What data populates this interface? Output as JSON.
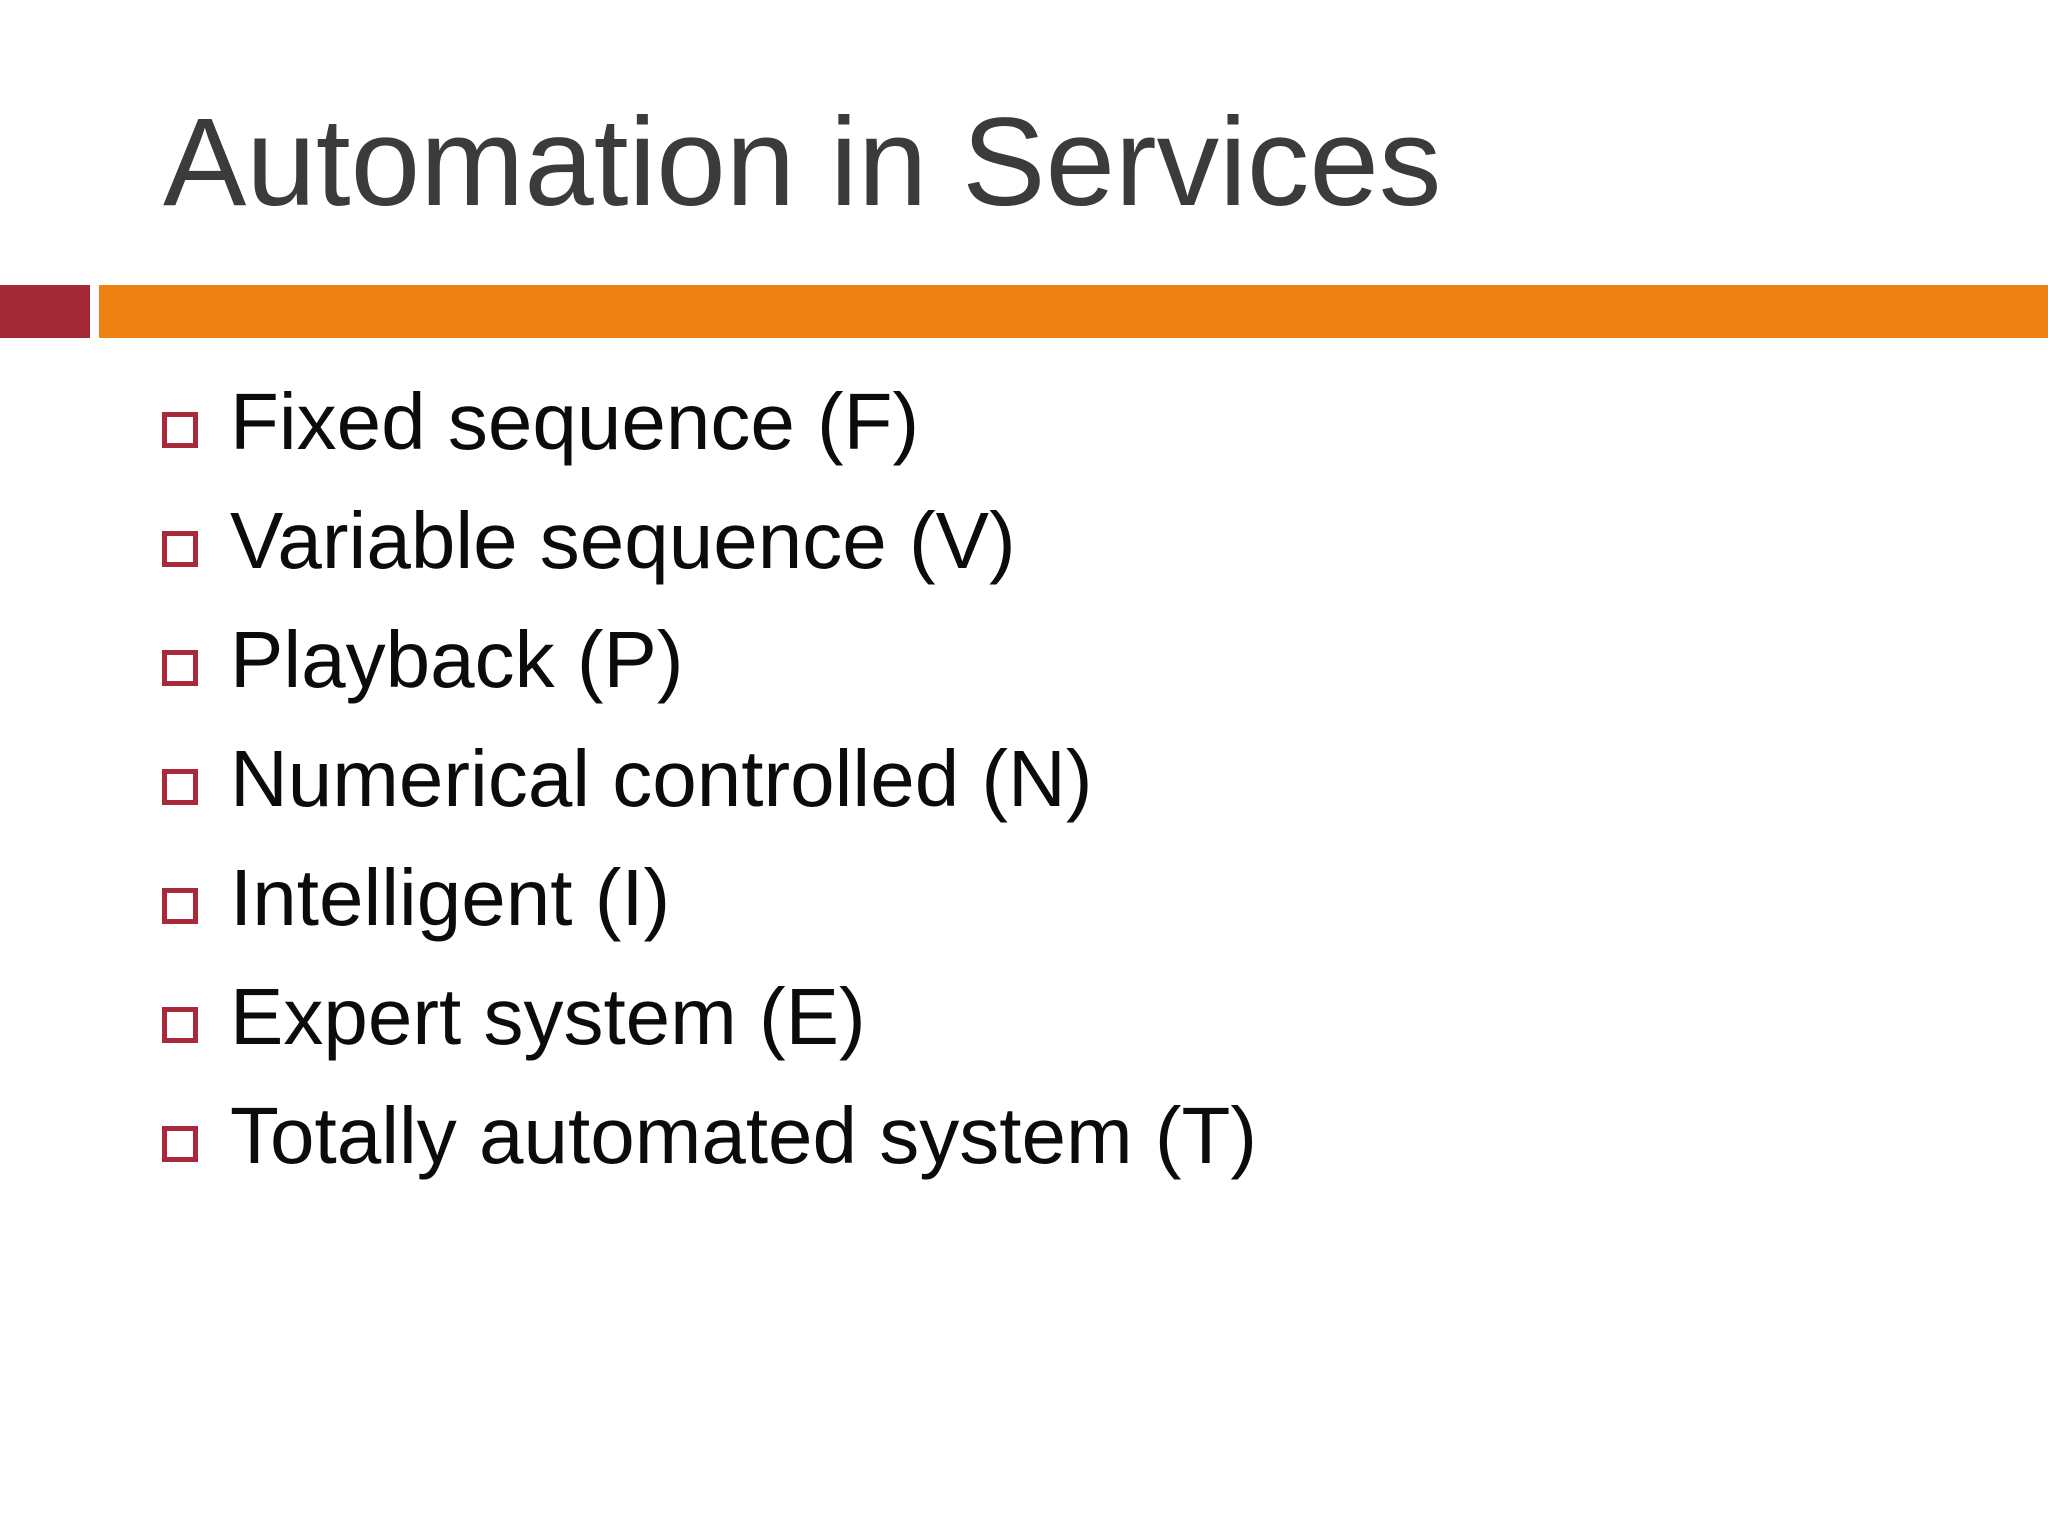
{
  "slide": {
    "title": "Automation in Services",
    "list": {
      "items": [
        {
          "label": "Fixed sequence (F)"
        },
        {
          "label": "Variable sequence (V)"
        },
        {
          "label": "Playback (P)"
        },
        {
          "label": "Numerical controlled (N)"
        },
        {
          "label": "Intelligent (I)"
        },
        {
          "label": "Expert system (E)"
        },
        {
          "label": "Totally automated system (T)"
        }
      ],
      "bullet_icon": "hollow-square"
    },
    "colors": {
      "accent_maroon": "#A32938",
      "accent_orange": "#EF8013",
      "bullet_border": "#A8293A",
      "title_text": "#3B3B3B",
      "body_text": "#0B0B0B",
      "background": "#FFFFFF"
    }
  }
}
